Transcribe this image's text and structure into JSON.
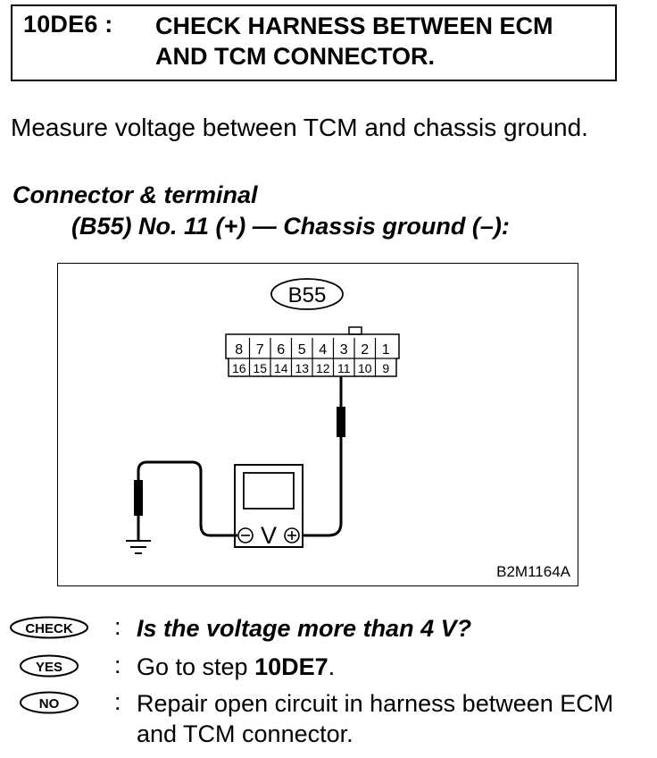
{
  "step": {
    "code": "10DE6 :",
    "title": "CHECK HARNESS BETWEEN ECM AND TCM CONNECTOR."
  },
  "instruction": "Measure voltage between TCM and chassis ground.",
  "connector": {
    "heading": "Connector & terminal",
    "spec": "(B55) No. 11 (+) — Chassis ground (–):"
  },
  "figure": {
    "connector_label": "B55",
    "top_row_pins": [
      "8",
      "7",
      "6",
      "5",
      "4",
      "3",
      "2",
      "1"
    ],
    "bottom_row_pins": [
      "16",
      "15",
      "14",
      "13",
      "12",
      "11",
      "10",
      "9"
    ],
    "meter_symbol": "V",
    "figure_id": "B2M1164A"
  },
  "results": {
    "check": {
      "badge": "CHECK",
      "colon": ":",
      "text": "Is the voltage more than 4 V?"
    },
    "yes": {
      "badge": "YES",
      "colon": ":",
      "prefix": "Go to step ",
      "target": "10DE7",
      "suffix": "."
    },
    "no": {
      "badge": "NO",
      "colon": ":",
      "text": "Repair open circuit in harness between ECM and TCM connector."
    }
  }
}
